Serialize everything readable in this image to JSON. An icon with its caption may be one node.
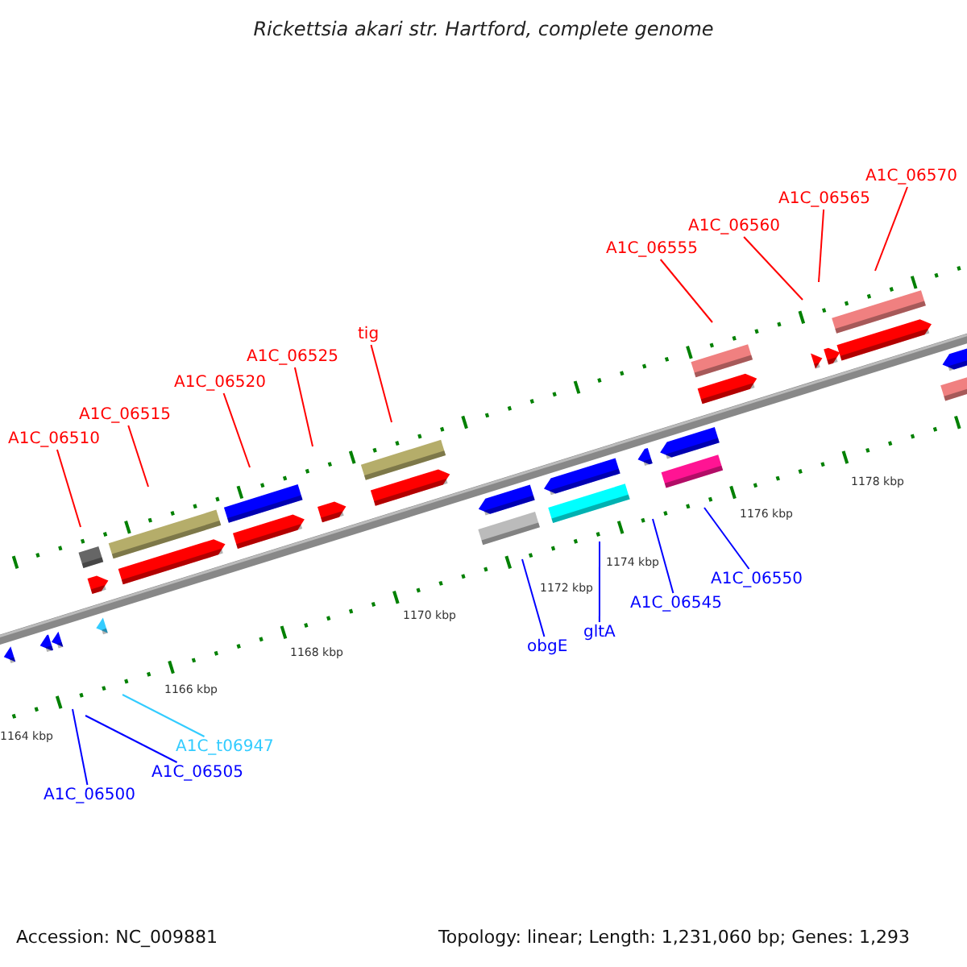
{
  "diagram": {
    "title": "Rickettsia akari str. Hartford, complete genome",
    "nodes": [
      {
        "text": [
          "A1C_06570"
        ]
      },
      {
        "text": [
          "A1C_06565"
        ]
      },
      {
        "text": [
          "A1C_06560"
        ]
      },
      {
        "text": [
          "A1C_06555"
        ]
      },
      {
        "text": [
          "tig"
        ]
      },
      {
        "text": [
          "A1C_06525"
        ]
      },
      {
        "text": [
          "A1C_06520"
        ]
      },
      {
        "text": [
          "A1C_06515"
        ]
      },
      {
        "text": [
          "A1C_06510"
        ]
      },
      {
        "text": [
          "A1C_06550"
        ]
      },
      {
        "text": [
          "A1C_06545"
        ]
      },
      {
        "text": [
          "gltA"
        ]
      },
      {
        "text": [
          "obgE"
        ]
      },
      {
        "text": [
          "A1C_t06947"
        ]
      },
      {
        "text": [
          "A1C_06505"
        ]
      },
      {
        "text": [
          "A1C_06500"
        ]
      }
    ],
    "edges": [
      {
        "from": 0,
        "to": null,
        "arrow": "none"
      },
      {
        "from": 1,
        "to": null,
        "arrow": "none"
      },
      {
        "from": 2,
        "to": null,
        "arrow": "none"
      },
      {
        "from": 3,
        "to": null,
        "arrow": "none"
      },
      {
        "from": 4,
        "to": null,
        "arrow": "none"
      },
      {
        "from": 5,
        "to": null,
        "arrow": "none"
      },
      {
        "from": 6,
        "to": null,
        "arrow": "none"
      },
      {
        "from": 7,
        "to": null,
        "arrow": "none"
      },
      {
        "from": 8,
        "to": null,
        "arrow": "none"
      },
      {
        "from": 9,
        "to": null,
        "arrow": "none",
        "color": "#0000ff"
      },
      {
        "from": 10,
        "to": null,
        "arrow": "none",
        "color": "#0000ff"
      },
      {
        "from": 11,
        "to": null,
        "arrow": "none",
        "color": "#0000ff"
      },
      {
        "from": 12,
        "to": null,
        "arrow": "none",
        "color": "#0000ff"
      },
      {
        "from": 13,
        "to": null,
        "arrow": "none",
        "color": "#33ccff"
      },
      {
        "from": 14,
        "to": null,
        "arrow": "none",
        "color": "#0000ff"
      },
      {
        "from": 15,
        "to": null,
        "arrow": "none",
        "color": "#0000ff"
      }
    ],
    "labels": [
      "1178 kbp",
      "1176 kbp",
      "1174 kbp",
      "1172 kbp",
      "1170 kbp",
      "1168 kbp",
      "1166 kbp",
      "1164 kbp",
      "Accession: NC_009881",
      "Topology: linear; Length: 1,231,060 bp; Genes: 1,293"
    ]
  }
}
